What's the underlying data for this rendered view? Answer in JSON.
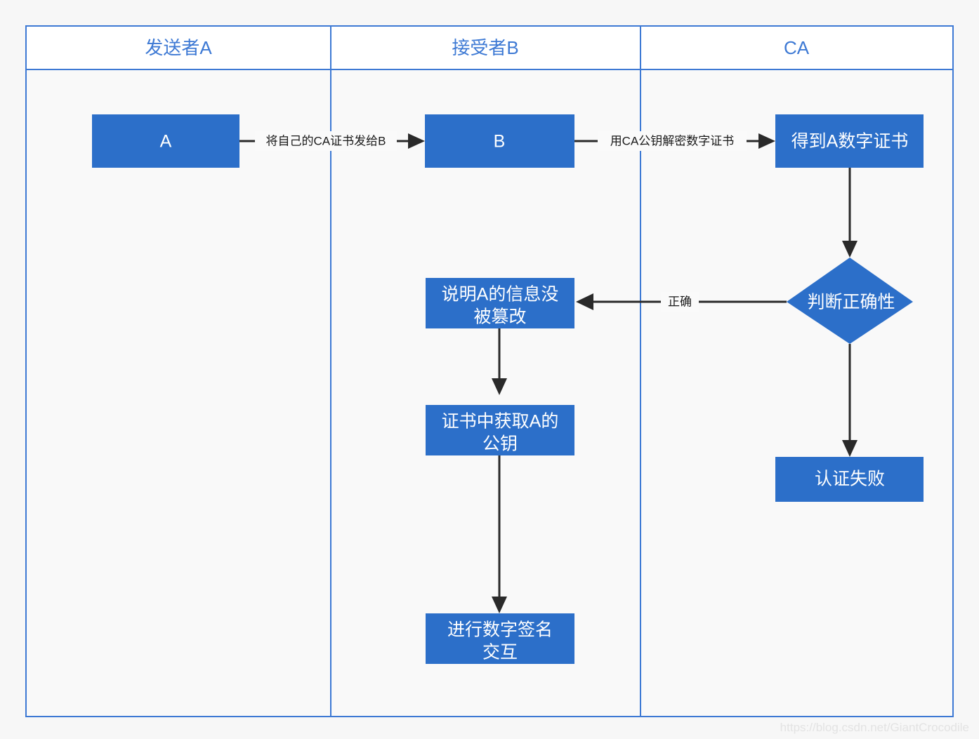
{
  "diagram": {
    "title": "CA certificate verification swimlane flowchart",
    "colors": {
      "accent_blue": "#3d79d4",
      "node_blue": "#2c6fc9",
      "node_text": "#ffffff",
      "edge": "#2a2a2a",
      "lane_body": "#f9f9f9",
      "lane_header": "#ffffff",
      "page_background": "#f7f7f7",
      "watermark": "#e3e3e3"
    },
    "lanes": [
      {
        "id": "lane-sender-a",
        "label": "发送者A"
      },
      {
        "id": "lane-receiver-b",
        "label": "接受者B"
      },
      {
        "id": "lane-ca",
        "label": "CA"
      }
    ],
    "nodes": [
      {
        "id": "node-a",
        "lane": "lane-sender-a",
        "shape": "rect",
        "label": "A"
      },
      {
        "id": "node-b",
        "lane": "lane-receiver-b",
        "shape": "rect",
        "label": "B"
      },
      {
        "id": "node-get-a-cert",
        "lane": "lane-ca",
        "shape": "rect",
        "label": "得到A数字证书"
      },
      {
        "id": "node-judge-correctness",
        "lane": "lane-ca",
        "shape": "diamond",
        "label": "判断正确性"
      },
      {
        "id": "node-auth-failed",
        "lane": "lane-ca",
        "shape": "rect",
        "label": "认证失败"
      },
      {
        "id": "node-not-tampered",
        "lane": "lane-receiver-b",
        "shape": "rect",
        "label_line1": "说明A的信息没",
        "label_line2": "被篡改"
      },
      {
        "id": "node-extract-pubkey",
        "lane": "lane-receiver-b",
        "shape": "rect",
        "label_line1": "证书中获取A的",
        "label_line2": "公钥"
      },
      {
        "id": "node-digital-signature",
        "lane": "lane-receiver-b",
        "shape": "rect",
        "label_line1": "进行数字签名",
        "label_line2": "交互"
      }
    ],
    "edges": [
      {
        "id": "edge-a-to-b",
        "from": "node-a",
        "to": "node-b",
        "label": "将自己的CA证书发给B"
      },
      {
        "id": "edge-b-to-cert",
        "from": "node-b",
        "to": "node-get-a-cert",
        "label": "用CA公钥解密数字证书"
      },
      {
        "id": "edge-cert-to-judge",
        "from": "node-get-a-cert",
        "to": "node-judge-correctness",
        "label": ""
      },
      {
        "id": "edge-judge-to-not-tampered",
        "from": "node-judge-correctness",
        "to": "node-not-tampered",
        "label": "正确"
      },
      {
        "id": "edge-judge-to-failed",
        "from": "node-judge-correctness",
        "to": "node-auth-failed",
        "label": ""
      },
      {
        "id": "edge-not-tampered-to-pubkey",
        "from": "node-not-tampered",
        "to": "node-extract-pubkey",
        "label": ""
      },
      {
        "id": "edge-pubkey-to-signature",
        "from": "node-extract-pubkey",
        "to": "node-digital-signature",
        "label": ""
      }
    ],
    "watermark": "https://blog.csdn.net/GiantCrocodile"
  }
}
